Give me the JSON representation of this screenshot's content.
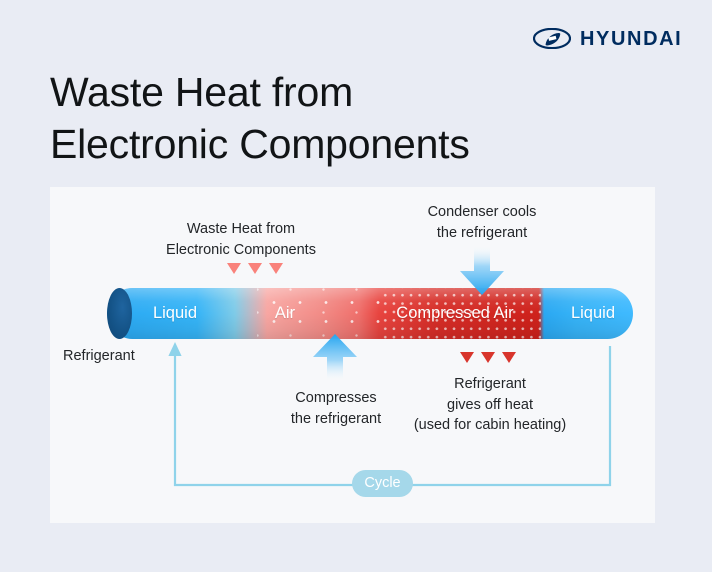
{
  "brand": {
    "name": "HYUNDAI",
    "logo_icon": "hyundai-ellipse-h-logo",
    "color": "#002c5f"
  },
  "title": "Waste Heat from\nElectronic Components",
  "diagram": {
    "tube_segments": [
      {
        "label": "Liquid",
        "state": "liquid",
        "color": "#2aa8f2"
      },
      {
        "label": "Air",
        "state": "air",
        "color": "#f28b86"
      },
      {
        "label": "Compressed Air",
        "state": "compressed-air",
        "color": "#d62d27"
      },
      {
        "label": "Liquid",
        "state": "liquid",
        "color": "#36b3f7"
      }
    ],
    "annotations": {
      "waste_heat": "Waste Heat from\nElectronic Components",
      "condenser": "Condenser cools\nthe refrigerant",
      "compresses": "Compresses\nthe refrigerant",
      "gives_off_heat": "Refrigerant\ngives off heat\n(used for cabin heating)",
      "refrigerant": "Refrigerant"
    },
    "cycle_label": "Cycle",
    "colors": {
      "heat_in_triangle": "#f9827b",
      "heat_out_triangle": "#d8352c",
      "arrow_blue": "#2aa8f2",
      "cycle_line": "#8fd3ea",
      "cycle_pill": "#a5d8ea"
    }
  }
}
